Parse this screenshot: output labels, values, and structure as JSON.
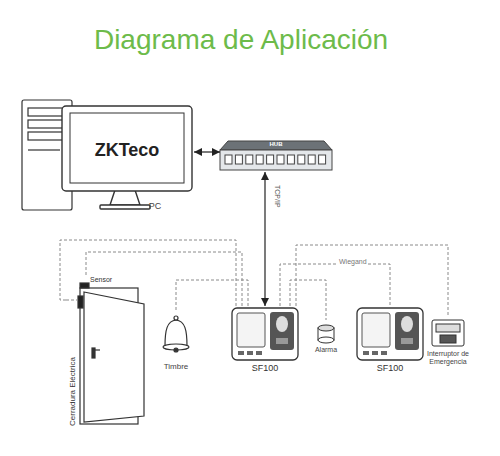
{
  "diagram": {
    "title": "Diagrama de Aplicación",
    "nodes": [
      {
        "text": [
          "ZKTeco",
          "PC"
        ]
      },
      {
        "text": [
          "HUB"
        ]
      },
      {
        "text": [
          "Sensor",
          "Cerradura Eléctrica"
        ]
      },
      {
        "text": [
          "Timbre"
        ]
      },
      {
        "text": [
          "SF100"
        ]
      },
      {
        "text": [
          "Alarma"
        ]
      },
      {
        "text": [
          "SF100"
        ]
      },
      {
        "text": [
          "Interruptor de Emergencia"
        ]
      }
    ],
    "edges": [
      {
        "from": 0,
        "to": 1,
        "arrow": "both"
      },
      {
        "from": 1,
        "to": 4,
        "arrow": "both",
        "label": "TCP/IP"
      },
      {
        "from": 4,
        "to": 2,
        "arrow": "none"
      },
      {
        "from": 4,
        "to": 2,
        "arrow": "none"
      },
      {
        "from": 4,
        "to": 3,
        "arrow": "none"
      },
      {
        "from": 4,
        "to": 5,
        "arrow": "none"
      },
      {
        "from": 4,
        "to": 6,
        "arrow": "none",
        "label": "Wiegand"
      },
      {
        "from": 4,
        "to": 7,
        "arrow": "none"
      }
    ]
  }
}
